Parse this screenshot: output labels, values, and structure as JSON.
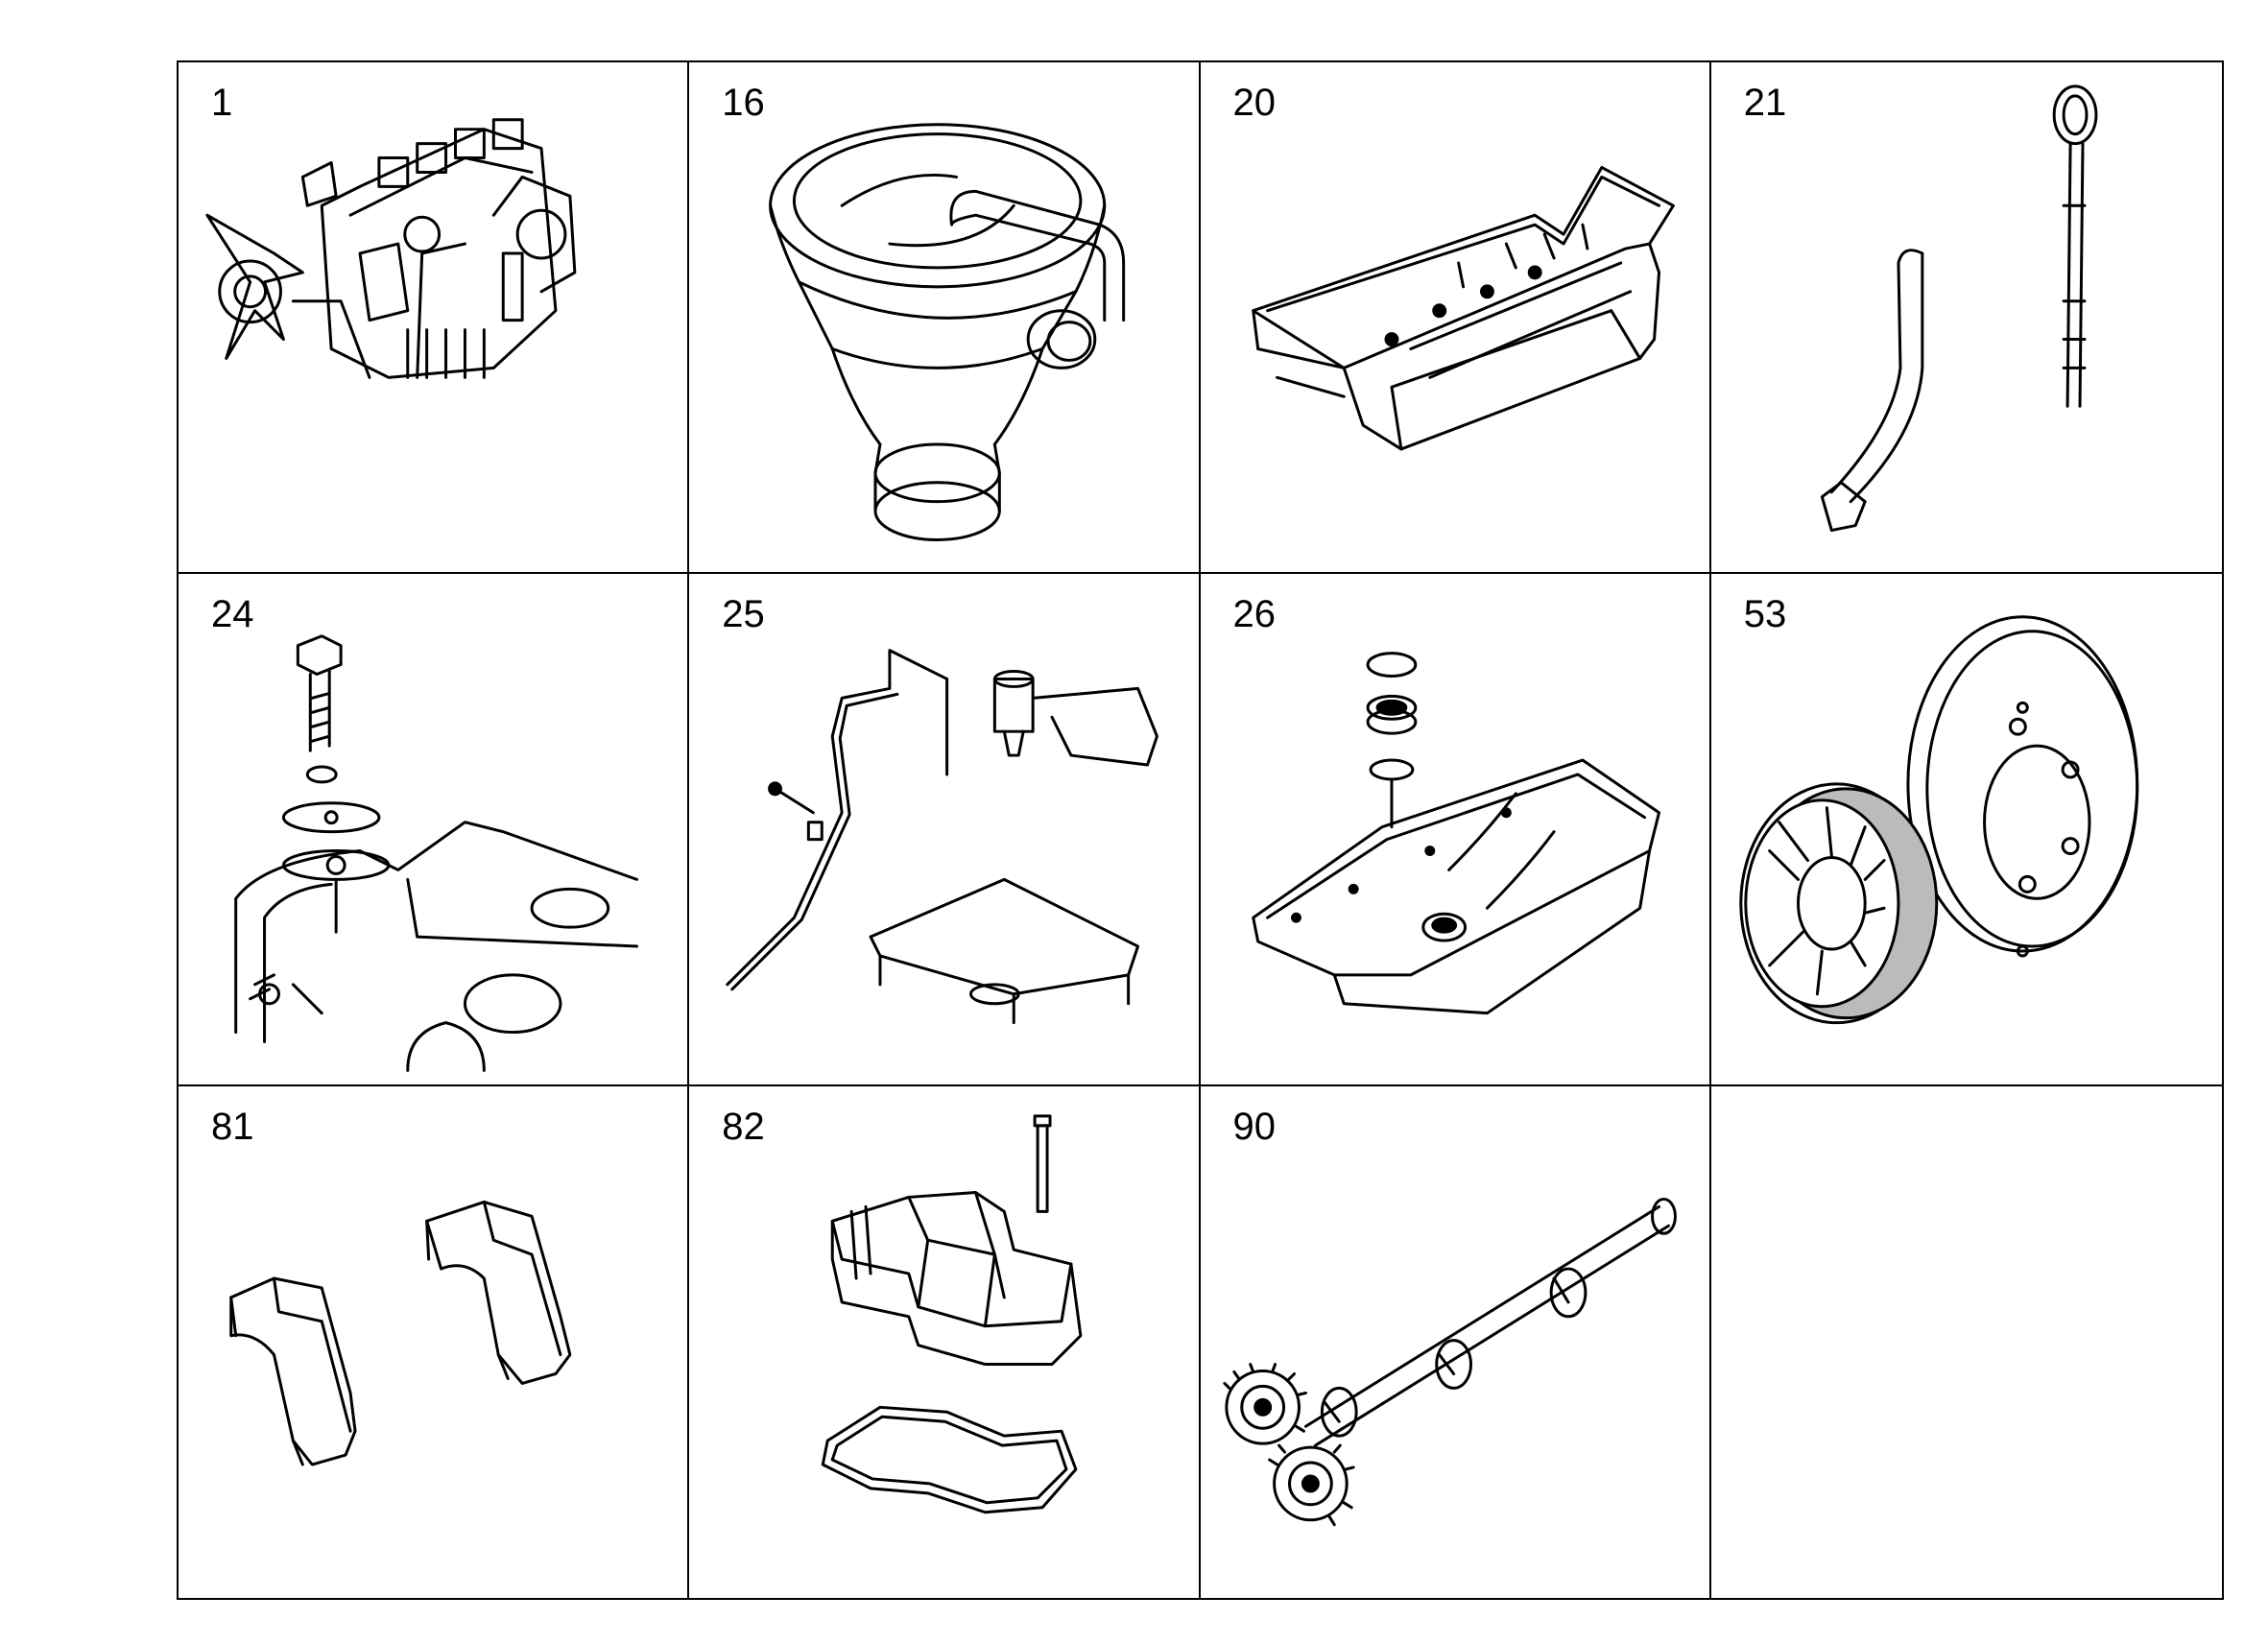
{
  "cells": [
    {
      "label": "1",
      "icon": "engine-icon"
    },
    {
      "label": "16",
      "icon": "oil-filler-funnel-icon"
    },
    {
      "label": "20",
      "icon": "oil-pan-gasket-icon"
    },
    {
      "label": "21",
      "icon": "dipstick-icon"
    },
    {
      "label": "24",
      "icon": "cover-plate-bolt-icon"
    },
    {
      "label": "25",
      "icon": "oil-line-filter-icon"
    },
    {
      "label": "26",
      "icon": "oil-pan-seal-icon"
    },
    {
      "label": "53",
      "icon": "vibration-damper-icon"
    },
    {
      "label": "81",
      "icon": "bearing-cap-icon"
    },
    {
      "label": "82",
      "icon": "cylinder-head-cover-icon"
    },
    {
      "label": "90",
      "icon": "oil-pump-drive-icon"
    },
    {
      "label": "",
      "icon": ""
    }
  ]
}
